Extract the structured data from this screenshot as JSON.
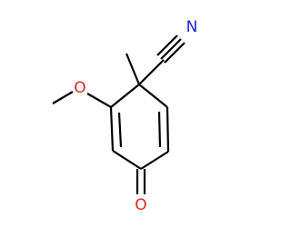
{
  "molecule": {
    "atoms": {
      "nitrogen": {
        "symbol": "N",
        "color": "#1f1fe0"
      },
      "ether_oxygen": {
        "symbol": "O",
        "color": "#e0241f"
      },
      "carbonyl_oxygen": {
        "symbol": "O",
        "color": "#e0241f"
      }
    },
    "bond_color": "#000000"
  }
}
